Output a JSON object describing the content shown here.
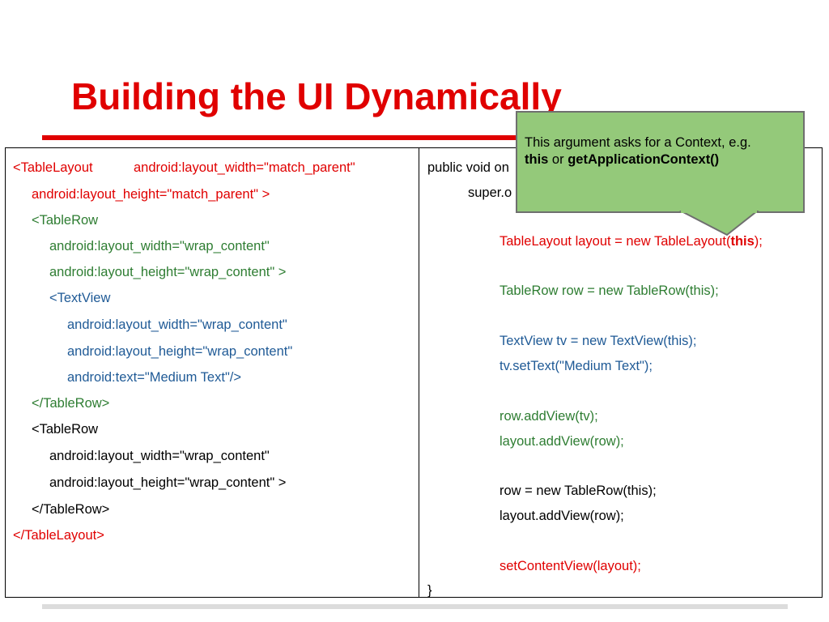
{
  "slide": {
    "title": "Building the UI Dynamically"
  },
  "xml_code": {
    "line1a": "<TableLayout",
    "line1b": "android:layout_width=\"match_parent\"",
    "line2": "android:layout_height=\"match_parent\" >",
    "line3": "<TableRow",
    "line4": "android:layout_width=\"wrap_content\"",
    "line5": "android:layout_height=\"wrap_content\" >",
    "line6": "<TextView",
    "line7": "android:layout_width=\"wrap_content\"",
    "line8": "android:layout_height=\"wrap_content\"",
    "line9": "android:text=\"Medium Text\"/>",
    "line10": "</TableRow>",
    "line11": "<TableRow",
    "line12": "android:layout_width=\"wrap_content\"",
    "line13": "android:layout_height=\"wrap_content\" >",
    "line14": "</TableRow>",
    "line15": "</TableLayout>"
  },
  "java_code": {
    "line1": "public void on",
    "line2": "super.o",
    "line3a": "TableLayout layout = new TableLayout(",
    "line3b": "this",
    "line3c": ");",
    "line4": "TableRow row = new TableRow(this);",
    "line5": "TextView tv = new TextView(this);",
    "line6": "tv.setText(\"Medium Text\");",
    "line7": "row.addView(tv);",
    "line8": "layout.addView(row);",
    "line9": "row = new TableRow(this);",
    "line10": "layout.addView(row);",
    "line11": "setContentView(layout);",
    "line12": "}"
  },
  "callout": {
    "text1": "This argument asks for a Context, e.g.",
    "bold1": "this",
    "mid": " or ",
    "bold2": "getApplicationContext()"
  },
  "colors": {
    "title": "#e00000",
    "red_code": "#e00000",
    "green_code": "#2e7d32",
    "blue_code": "#1f5a96",
    "callout_fill": "#94c97a"
  }
}
